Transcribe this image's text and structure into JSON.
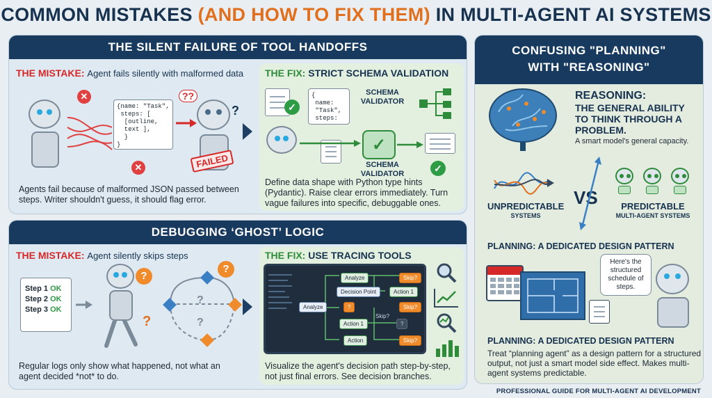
{
  "title": {
    "part1": "COMMON MISTAKES ",
    "part2": "(AND HOW TO FIX THEM)",
    "part3": " IN MULTI-AGENT AI SYSTEMS"
  },
  "tool_handoffs": {
    "banner": "THE SILENT FAILURE OF TOOL HANDOFFS",
    "mistake_label": "THE MISTAKE:",
    "mistake_text": "Agent fails silently with malformed data",
    "code_snippet": "{name: \"Task\",\n steps: [\n  [outline,\n  text ],\n  }\n}",
    "question": "??",
    "failed_stamp": "FAILED",
    "mistake_desc": "Agents fail because of malformed JSON passed between steps. Writer shouldn't guess, it should flag error.",
    "fix_label": "THE FIX:",
    "fix_text": "STRICT SCHEMA VALIDATION",
    "fix_code": "{\n name:\n \"Task\",\n steps:",
    "validator_top": "SCHEMA\nVALIDATOR",
    "validator_bottom": "SCHEMA\nVALIDATOR",
    "fix_desc": "Define data shape with Python type hints (Pydantic). Raise clear errors immediately. Turn vague failures into specific, debuggable ones."
  },
  "ghost_logic": {
    "banner": "DEBUGGING ‘GHOST’ LOGIC",
    "mistake_label": "THE MISTAKE:",
    "mistake_text": "Agent silently skips steps",
    "steps": [
      {
        "label": "Step 1",
        "status": "OK"
      },
      {
        "label": "Step 2",
        "status": "OK"
      },
      {
        "label": "Step 3",
        "status": "OK"
      }
    ],
    "mistake_desc": "Regular logs only show what happened, not what an agent decided *not* to do.",
    "fix_label": "THE FIX:",
    "fix_text": "USE TRACING TOOLS",
    "trace_nodes": {
      "analyze_top": "Analyze",
      "skip1": "Skip?",
      "decision": "Decision Point",
      "action1": "Action 1",
      "analyze_left": "Analyze",
      "q": "?",
      "skip2": "Skip?",
      "action1b": "Action 1",
      "skip3": "Skip?",
      "q2": "?",
      "action": "Action",
      "skip4": "Skip?"
    },
    "fix_desc": "Visualize the agent's decision path step-by-step, not just final errors. See decision branches."
  },
  "planning": {
    "banner": "CONFUSING \"PLANNING\" WITH \"REASONING\"",
    "reasoning_title": "REASONING:",
    "reasoning_def": "THE GENERAL ABILITY TO THINK THROUGH A PROBLEM.",
    "reasoning_note": "A smart model's general capacity.",
    "unpredictable": "UNPREDICTABLE",
    "unpredictable_sub": "SYSTEMS",
    "vs": "VS",
    "predictable": "PREDICTABLE",
    "predictable_sub": "MULTI-AGENT SYSTEMS",
    "planning_heading": "PLANNING: A DEDICATED DESIGN PATTERN",
    "bubble": "Here's the structured schedule of steps.",
    "planning_heading2": "PLANNING: A DEDICATED DESIGN PATTERN",
    "planning_desc": "Treat “planning agent” as a design pattern for a structured output, not just a smart model side effect. Makes multi-agent systems predictable."
  },
  "footer": "PROFESSIONAL GUIDE FOR MULTI-AGENT AI DEVELOPMENT",
  "colors": {
    "navy": "#173a5e",
    "orange": "#e0701e",
    "red": "#d62828",
    "green": "#2e8b3a",
    "panel": "#dfe9f1"
  }
}
